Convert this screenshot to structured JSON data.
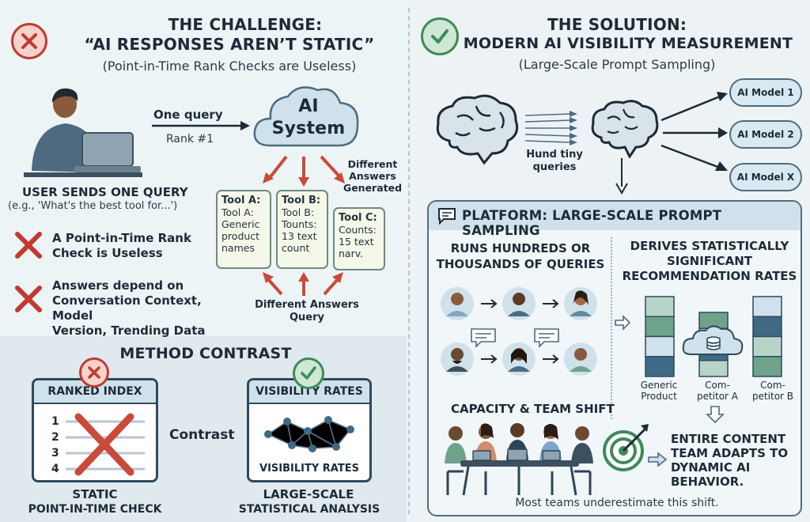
{
  "left": {
    "title_line1": "THE CHALLENGE:",
    "title_line2": "“AI RESPONSES AREN’T STATIC”",
    "subtitle": "(Point-in-Time Rank Checks are Useless)",
    "query_label": "One query",
    "rank_label": "Rank #1",
    "cloud_line1": "AI",
    "cloud_line2": "System",
    "different_answers_generated": [
      "Different",
      "Answers",
      "Generated"
    ],
    "user_caption": "USER SENDS ONE QUERY",
    "user_example": "(e.g., 'What's the best tool for...')",
    "points": [
      {
        "line1": "A Point-in-Time Rank",
        "line2": "Check is Useless"
      },
      {
        "line1": "Answers depend on",
        "line2": "Conversation Context, Model",
        "line3": "Version, Trending Data"
      }
    ],
    "tools": [
      {
        "title": "Tool A:",
        "lines": [
          "Tool A:",
          "Generic",
          "product",
          "names"
        ]
      },
      {
        "title": "Tool B:",
        "lines": [
          "Tool B:",
          "Tounts:",
          "13 text",
          "count"
        ]
      },
      {
        "title": "Tool C:",
        "lines": [
          "Counts:",
          "15 text",
          "narv."
        ]
      }
    ],
    "different_answers_query": [
      "Different Answers",
      "Query"
    ]
  },
  "method": {
    "title": "METHOD CONTRAST",
    "ranked_index": "RANKED INDEX",
    "ranks": [
      "1",
      "2",
      "3",
      "4"
    ],
    "contrast": "Contrast",
    "visibility_rates_head": "VISIBILITY RATES",
    "visibility_rates_foot": "VISIBILITY RATES",
    "static_line1": "STATIC",
    "static_line2": "POINT-IN-TIME CHECK",
    "large_line1": "LARGE-SCALE",
    "large_line2": "STATISTICAL ANALYSIS"
  },
  "right": {
    "title_line1": "THE SOLUTION:",
    "title_line2": "MODERN AI VISIBILITY MEASUREMENT",
    "subtitle": "(Large-Scale Prompt Sampling)",
    "queries_label": [
      "Hund tiny",
      "queries"
    ],
    "models": [
      "AI Model 1",
      "AI Model 2",
      "AI Model X"
    ],
    "platform_title": "PLATFORM: LARGE-SCALE PROMPT SAMPLING",
    "runs_line1": "RUNS HUNDREDS OR",
    "runs_line2": "THOUSANDS OF QUERIES",
    "derives_line1": "DERIVES STATISTICALLY",
    "derives_line2": "SIGNIFICANT",
    "derives_line3": "RECOMMENDATION RATES",
    "bars": [
      {
        "label1": "Generic",
        "label2": "Product",
        "value": 0.97
      },
      {
        "label1": "Com-",
        "label2": "petitor A",
        "value": 0.78
      },
      {
        "label1": "Com-",
        "label2": "petitor B",
        "value": 0.97
      }
    ],
    "capacity": "CAPACITY & TEAM SHIFT",
    "entire_line1": "ENTIRE CONTENT",
    "entire_line2": "TEAM ADAPTS TO",
    "entire_line3": "DYNAMIC AI",
    "entire_line4": "BEHAVIOR.",
    "footer_note": "Most teams underestimate this shift."
  },
  "colors": {
    "red": "#c23a2f",
    "green": "#3e8a5a",
    "dark": "#1e2a36",
    "light_blue": "#cfe1ea"
  }
}
